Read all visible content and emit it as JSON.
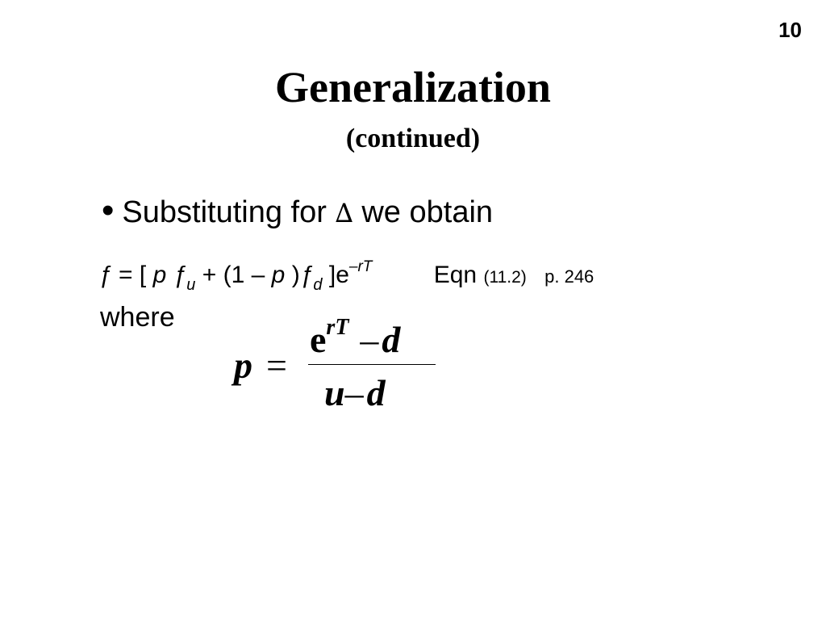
{
  "page_number": "10",
  "title": "Generalization",
  "subtitle": "(continued)",
  "bullet": {
    "marker": "•",
    "text_before": "Substituting for",
    "symbol": "∆",
    "text_after": "we obtain"
  },
  "equation": {
    "f": "ƒ",
    "equals_open": "= [",
    "p1": "p",
    "f2": "ƒ",
    "sub_u": "u",
    "plus_open": "+ (1 –",
    "p2": "p",
    "close": ")",
    "f3": "ƒ",
    "sub_d": "d",
    "bracket_e": "]e",
    "exponent": "–rT",
    "label": "Eqn",
    "ref": "(11.2)",
    "page_ref": "p. 246"
  },
  "where": "where",
  "formula": {
    "lhs": "p",
    "eq": "=",
    "num_base": "e",
    "num_exp": "rT",
    "minus": "–",
    "num_d": "d",
    "den_u": "u",
    "den_minus": "–",
    "den_d": "d"
  }
}
